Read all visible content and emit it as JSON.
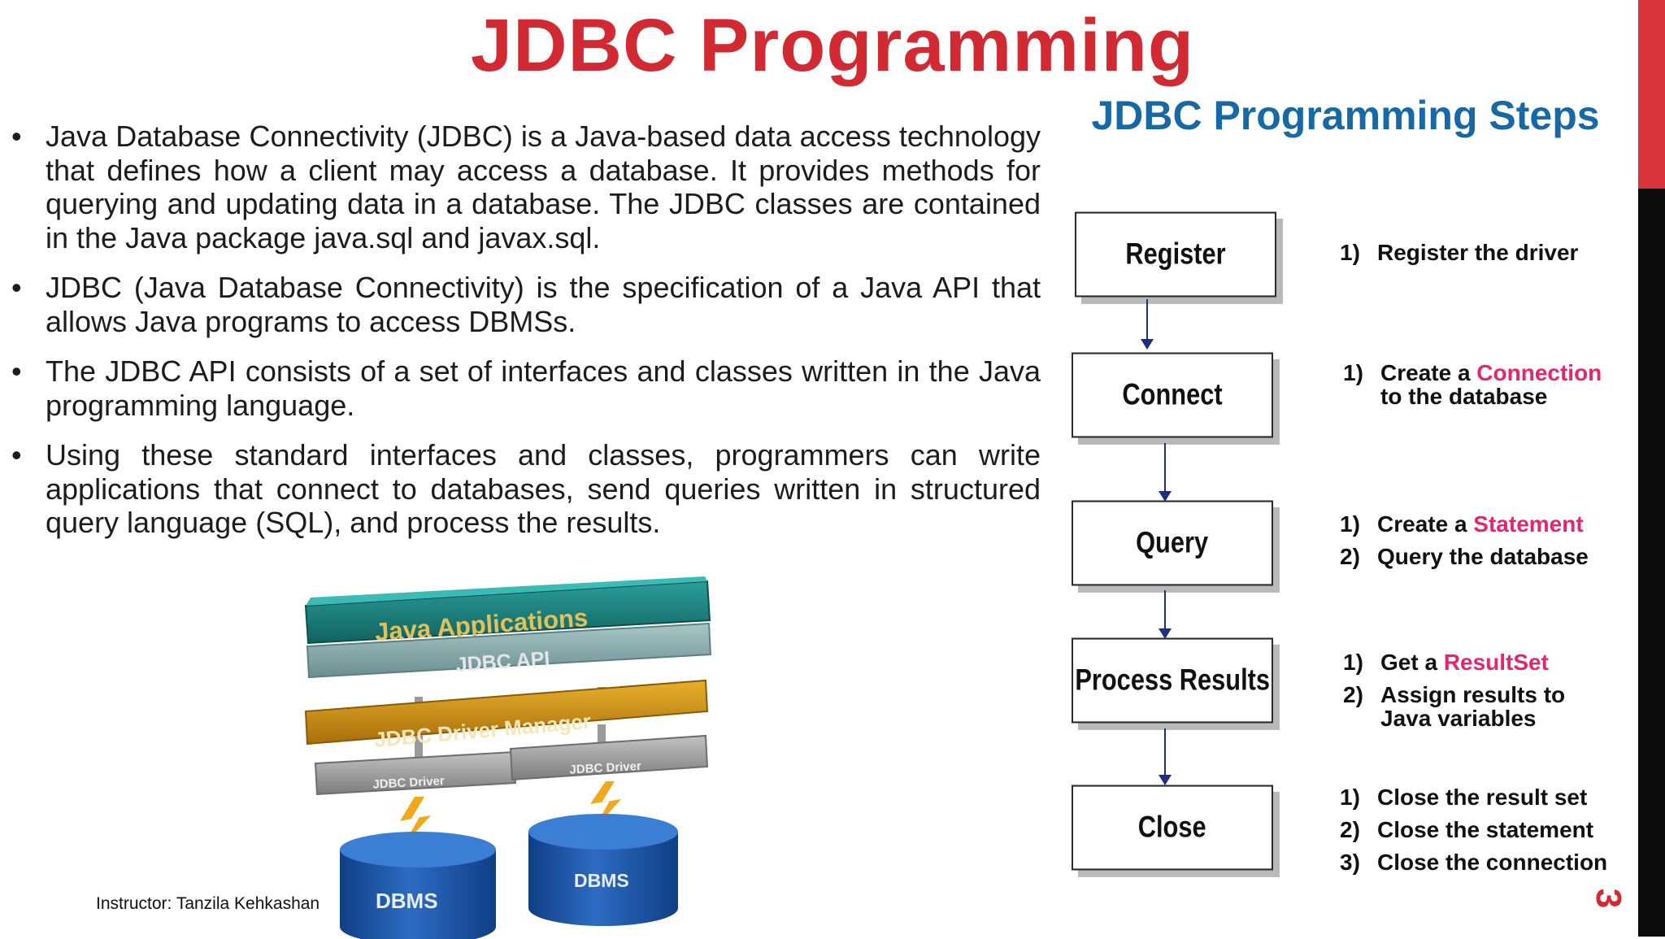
{
  "slide": {
    "title": "JDBC Programming",
    "bullets": [
      "Java Database Connectivity (JDBC) is a Java-based data access technology that defines how a client may access a database. It provides methods for querying and updating data in a database. The JDBC classes are contained in the Java package java.sql and javax.sql.",
      "JDBC (Java Database Connectivity) is the specification of a Java API that allows Java programs to access DBMSs.",
      "The JDBC API consists of a set of interfaces and classes written in the Java programming language.",
      "Using these standard interfaces and classes, programmers can write applications that connect to databases, send queries written in structured query language (SQL), and process the results."
    ],
    "diagram": {
      "java_applications": "Java Applications",
      "jdbc_api": "JDBC API",
      "driver_manager": "JDBC Driver Manager",
      "driver_left": "JDBC Driver",
      "driver_right": "JDBC Driver",
      "dbms_left": "DBMS",
      "dbms_right": "DBMS",
      "colors": {
        "applications": "#1a7f7d",
        "api": "#7fa3a3",
        "manager": "#c8911a",
        "driver": "#9a9a9a",
        "dbms": "#1b4f9c",
        "bolt": "#f0a81c"
      }
    },
    "steps_title": "JDBC Programming Steps",
    "steps": [
      {
        "label": "Register"
      },
      {
        "label": "Connect"
      },
      {
        "label": "Query"
      },
      {
        "label": "Process Results"
      },
      {
        "label": "Close"
      }
    ],
    "descriptions": {
      "register": {
        "n1": "1)",
        "t1": "Register the driver"
      },
      "connect": {
        "n1": "1)",
        "t1a": "Create a",
        "t1_hl": "Connection",
        "t1b": "to the database"
      },
      "query": {
        "n1": "1)",
        "t1a": "Create a",
        "t1_hl": "Statement",
        "n2": "2)",
        "t2": "Query the database"
      },
      "process": {
        "n1": "1)",
        "t1a": "Get a",
        "t1_hl": "ResultSet",
        "n2": "2)",
        "t2": "Assign results to Java variables"
      },
      "close": {
        "n1": "1)",
        "t1": "Close the result set",
        "n2": "2)",
        "t2": "Close the statement",
        "n3": "3)",
        "t3": "Close the connection"
      }
    },
    "footer": "Instructor: Tanzila Kehkashan",
    "page_number": "3",
    "colors": {
      "title": "#d12a33",
      "steps_title": "#1769a6",
      "highlight": "#e6246f"
    }
  }
}
